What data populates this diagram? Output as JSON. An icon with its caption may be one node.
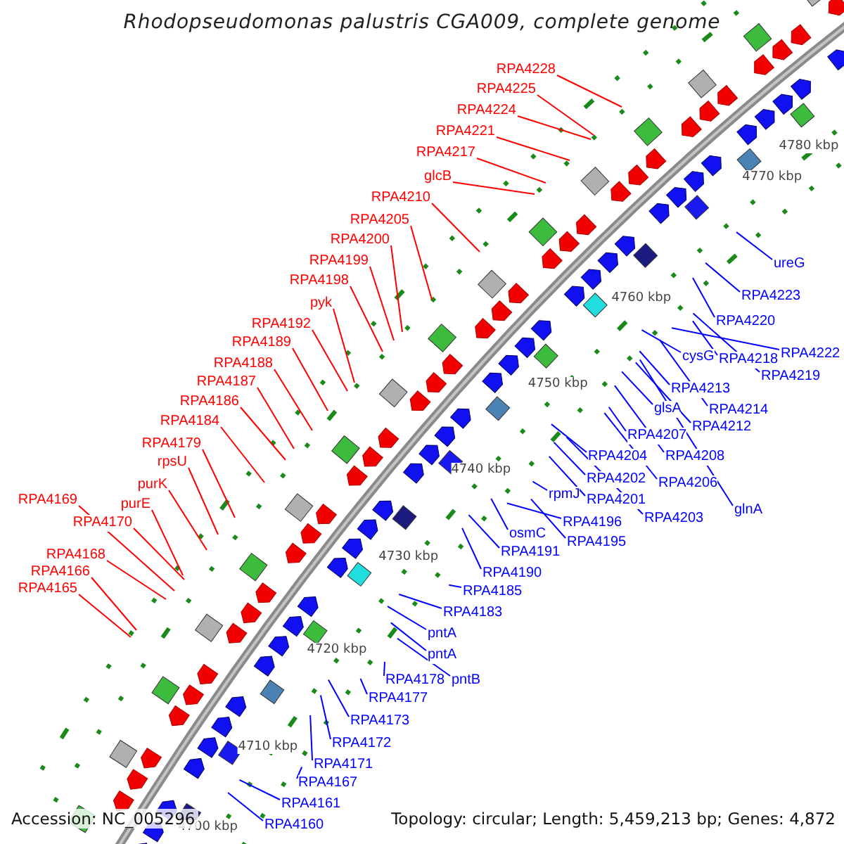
{
  "diagram": {
    "title": "Rhodopseudomonas palustris CGA009, complete genome",
    "nodes": [
      {
        "text": [
          "RPA4228"
        ]
      },
      {
        "text": [
          "RPA4225"
        ]
      },
      {
        "text": [
          "RPA4224"
        ]
      },
      {
        "text": [
          "RPA4221"
        ]
      },
      {
        "text": [
          "RPA4217"
        ]
      },
      {
        "text": [
          "glcB"
        ]
      },
      {
        "text": [
          "RPA4210"
        ]
      },
      {
        "text": [
          "RPA4205"
        ]
      },
      {
        "text": [
          "RPA4200"
        ]
      },
      {
        "text": [
          "RPA4199"
        ]
      },
      {
        "text": [
          "RPA4198"
        ]
      },
      {
        "text": [
          "pyk"
        ]
      },
      {
        "text": [
          "RPA4192"
        ]
      },
      {
        "text": [
          "RPA4189"
        ]
      },
      {
        "text": [
          "RPA4188"
        ]
      },
      {
        "text": [
          "RPA4187"
        ]
      },
      {
        "text": [
          "RPA4186"
        ]
      },
      {
        "text": [
          "RPA4184"
        ]
      },
      {
        "text": [
          "RPA4179"
        ]
      },
      {
        "text": [
          "rpsU"
        ]
      },
      {
        "text": [
          "purK"
        ]
      },
      {
        "text": [
          "RPA4169"
        ]
      },
      {
        "text": [
          "purE"
        ]
      },
      {
        "text": [
          "RPA4170"
        ]
      },
      {
        "text": [
          "RPA4168"
        ]
      },
      {
        "text": [
          "RPA4166"
        ]
      },
      {
        "text": [
          "RPA4165"
        ]
      },
      {
        "text": [
          "ureG"
        ]
      },
      {
        "text": [
          "RPA4223"
        ]
      },
      {
        "text": [
          "RPA4220"
        ]
      },
      {
        "text": [
          "RPA4222"
        ]
      },
      {
        "text": [
          "cysG"
        ]
      },
      {
        "text": [
          "RPA4218"
        ]
      },
      {
        "text": [
          "RPA4219"
        ]
      },
      {
        "text": [
          "RPA4213"
        ]
      },
      {
        "text": [
          "glsA"
        ]
      },
      {
        "text": [
          "RPA4214"
        ]
      },
      {
        "text": [
          "RPA4212"
        ]
      },
      {
        "text": [
          "RPA4207"
        ]
      },
      {
        "text": [
          "RPA4204"
        ]
      },
      {
        "text": [
          "RPA4208"
        ]
      },
      {
        "text": [
          "RPA4202"
        ]
      },
      {
        "text": [
          "RPA4206"
        ]
      },
      {
        "text": [
          "rpmJ"
        ]
      },
      {
        "text": [
          "RPA4201"
        ]
      },
      {
        "text": [
          "glnA"
        ]
      },
      {
        "text": [
          "RPA4203"
        ]
      },
      {
        "text": [
          "RPA4196"
        ]
      },
      {
        "text": [
          "osmC"
        ]
      },
      {
        "text": [
          "RPA4195"
        ]
      },
      {
        "text": [
          "RPA4191"
        ]
      },
      {
        "text": [
          "RPA4190"
        ]
      },
      {
        "text": [
          "RPA4185"
        ]
      },
      {
        "text": [
          "RPA4183"
        ]
      },
      {
        "text": [
          "pntA"
        ]
      },
      {
        "text": [
          "pntA"
        ]
      },
      {
        "text": [
          "RPA4178"
        ]
      },
      {
        "text": [
          "pntB"
        ]
      },
      {
        "text": [
          "RPA4177"
        ]
      },
      {
        "text": [
          "RPA4173"
        ]
      },
      {
        "text": [
          "RPA4172"
        ]
      },
      {
        "text": [
          "RPA4171"
        ]
      },
      {
        "text": [
          "RPA4167"
        ]
      },
      {
        "text": [
          "RPA4161"
        ]
      },
      {
        "text": [
          "RPA4160"
        ]
      }
    ],
    "edges": [
      {
        "from": 0,
        "to": null,
        "arrow": "none",
        "color": "#ff0000"
      },
      {
        "from": 1,
        "to": null,
        "arrow": "none",
        "color": "#ff0000"
      },
      {
        "from": 2,
        "to": null,
        "arrow": "none",
        "color": "#ff0000"
      },
      {
        "from": 3,
        "to": null,
        "arrow": "none",
        "color": "#ff0000"
      },
      {
        "from": 4,
        "to": null,
        "arrow": "none",
        "color": "#ff0000"
      },
      {
        "from": 5,
        "to": null,
        "arrow": "none",
        "color": "#ff0000"
      },
      {
        "from": 6,
        "to": null,
        "arrow": "none",
        "color": "#ff0000"
      },
      {
        "from": 7,
        "to": null,
        "arrow": "none",
        "color": "#ff0000"
      },
      {
        "from": 8,
        "to": null,
        "arrow": "none",
        "color": "#ff0000"
      },
      {
        "from": 9,
        "to": null,
        "arrow": "none",
        "color": "#ff0000"
      },
      {
        "from": 10,
        "to": null,
        "arrow": "none",
        "color": "#ff0000"
      },
      {
        "from": 11,
        "to": null,
        "arrow": "none",
        "color": "#ff0000"
      },
      {
        "from": 12,
        "to": null,
        "arrow": "none",
        "color": "#ff0000"
      },
      {
        "from": 13,
        "to": null,
        "arrow": "none",
        "color": "#ff0000"
      },
      {
        "from": 14,
        "to": null,
        "arrow": "none",
        "color": "#ff0000"
      },
      {
        "from": 15,
        "to": null,
        "arrow": "none",
        "color": "#ff0000"
      },
      {
        "from": 16,
        "to": null,
        "arrow": "none",
        "color": "#ff0000"
      },
      {
        "from": 17,
        "to": null,
        "arrow": "none",
        "color": "#ff0000"
      },
      {
        "from": 18,
        "to": null,
        "arrow": "none",
        "color": "#ff0000"
      },
      {
        "from": 19,
        "to": null,
        "arrow": "none",
        "color": "#ff0000"
      },
      {
        "from": 20,
        "to": null,
        "arrow": "none",
        "color": "#ff0000"
      },
      {
        "from": 21,
        "to": null,
        "arrow": "none",
        "color": "#ff0000"
      },
      {
        "from": 22,
        "to": null,
        "arrow": "none",
        "color": "#ff0000"
      },
      {
        "from": 23,
        "to": null,
        "arrow": "none",
        "color": "#ff0000"
      },
      {
        "from": 24,
        "to": null,
        "arrow": "none",
        "color": "#ff0000"
      },
      {
        "from": 25,
        "to": null,
        "arrow": "none",
        "color": "#ff0000"
      },
      {
        "from": 26,
        "to": null,
        "arrow": "none",
        "color": "#ff0000"
      },
      {
        "from": 27,
        "to": null,
        "arrow": "none"
      },
      {
        "from": 28,
        "to": null,
        "arrow": "none"
      },
      {
        "from": 29,
        "to": null,
        "arrow": "none"
      },
      {
        "from": 30,
        "to": null,
        "arrow": "none"
      },
      {
        "from": 31,
        "to": null,
        "arrow": "none"
      },
      {
        "from": 32,
        "to": null,
        "arrow": "none"
      },
      {
        "from": 33,
        "to": null,
        "arrow": "none"
      },
      {
        "from": 34,
        "to": null,
        "arrow": "none"
      },
      {
        "from": 35,
        "to": null,
        "arrow": "none"
      },
      {
        "from": 36,
        "to": null,
        "arrow": "none"
      },
      {
        "from": 37,
        "to": null,
        "arrow": "none"
      },
      {
        "from": 38,
        "to": null,
        "arrow": "none"
      },
      {
        "from": 39,
        "to": null,
        "arrow": "none"
      },
      {
        "from": 40,
        "to": null,
        "arrow": "none"
      },
      {
        "from": 41,
        "to": null,
        "arrow": "none"
      },
      {
        "from": 42,
        "to": null,
        "arrow": "none"
      },
      {
        "from": 43,
        "to": null,
        "arrow": "none"
      },
      {
        "from": 44,
        "to": null,
        "arrow": "none"
      },
      {
        "from": 45,
        "to": null,
        "arrow": "none"
      },
      {
        "from": 46,
        "to": null,
        "arrow": "none"
      },
      {
        "from": 47,
        "to": null,
        "arrow": "none"
      },
      {
        "from": 48,
        "to": null,
        "arrow": "none"
      },
      {
        "from": 49,
        "to": null,
        "arrow": "none"
      },
      {
        "from": 50,
        "to": null,
        "arrow": "none"
      },
      {
        "from": 51,
        "to": null,
        "arrow": "none"
      },
      {
        "from": 52,
        "to": null,
        "arrow": "none"
      },
      {
        "from": 53,
        "to": null,
        "arrow": "none"
      },
      {
        "from": 54,
        "to": null,
        "arrow": "none"
      },
      {
        "from": 55,
        "to": null,
        "arrow": "none"
      },
      {
        "from": 56,
        "to": null,
        "arrow": "none"
      },
      {
        "from": 57,
        "to": null,
        "arrow": "none"
      },
      {
        "from": 58,
        "to": null,
        "arrow": "none"
      },
      {
        "from": 59,
        "to": null,
        "arrow": "none"
      },
      {
        "from": 60,
        "to": null,
        "arrow": "none"
      },
      {
        "from": 61,
        "to": null,
        "arrow": "none"
      },
      {
        "from": 62,
        "to": null,
        "arrow": "none"
      },
      {
        "from": 63,
        "to": null,
        "arrow": "none"
      },
      {
        "from": 64,
        "to": null,
        "arrow": "none"
      }
    ],
    "labels": [
      "4780 kbp",
      "4770 kbp",
      "4760 kbp",
      "4750 kbp",
      "4740 kbp",
      "4730 kbp",
      "4720 kbp",
      "4710 kbp",
      "4700 kbp",
      "Accession: NC_005296",
      "Topology: circular; Length: 5,459,213 bp; Genes: 4,872"
    ]
  }
}
